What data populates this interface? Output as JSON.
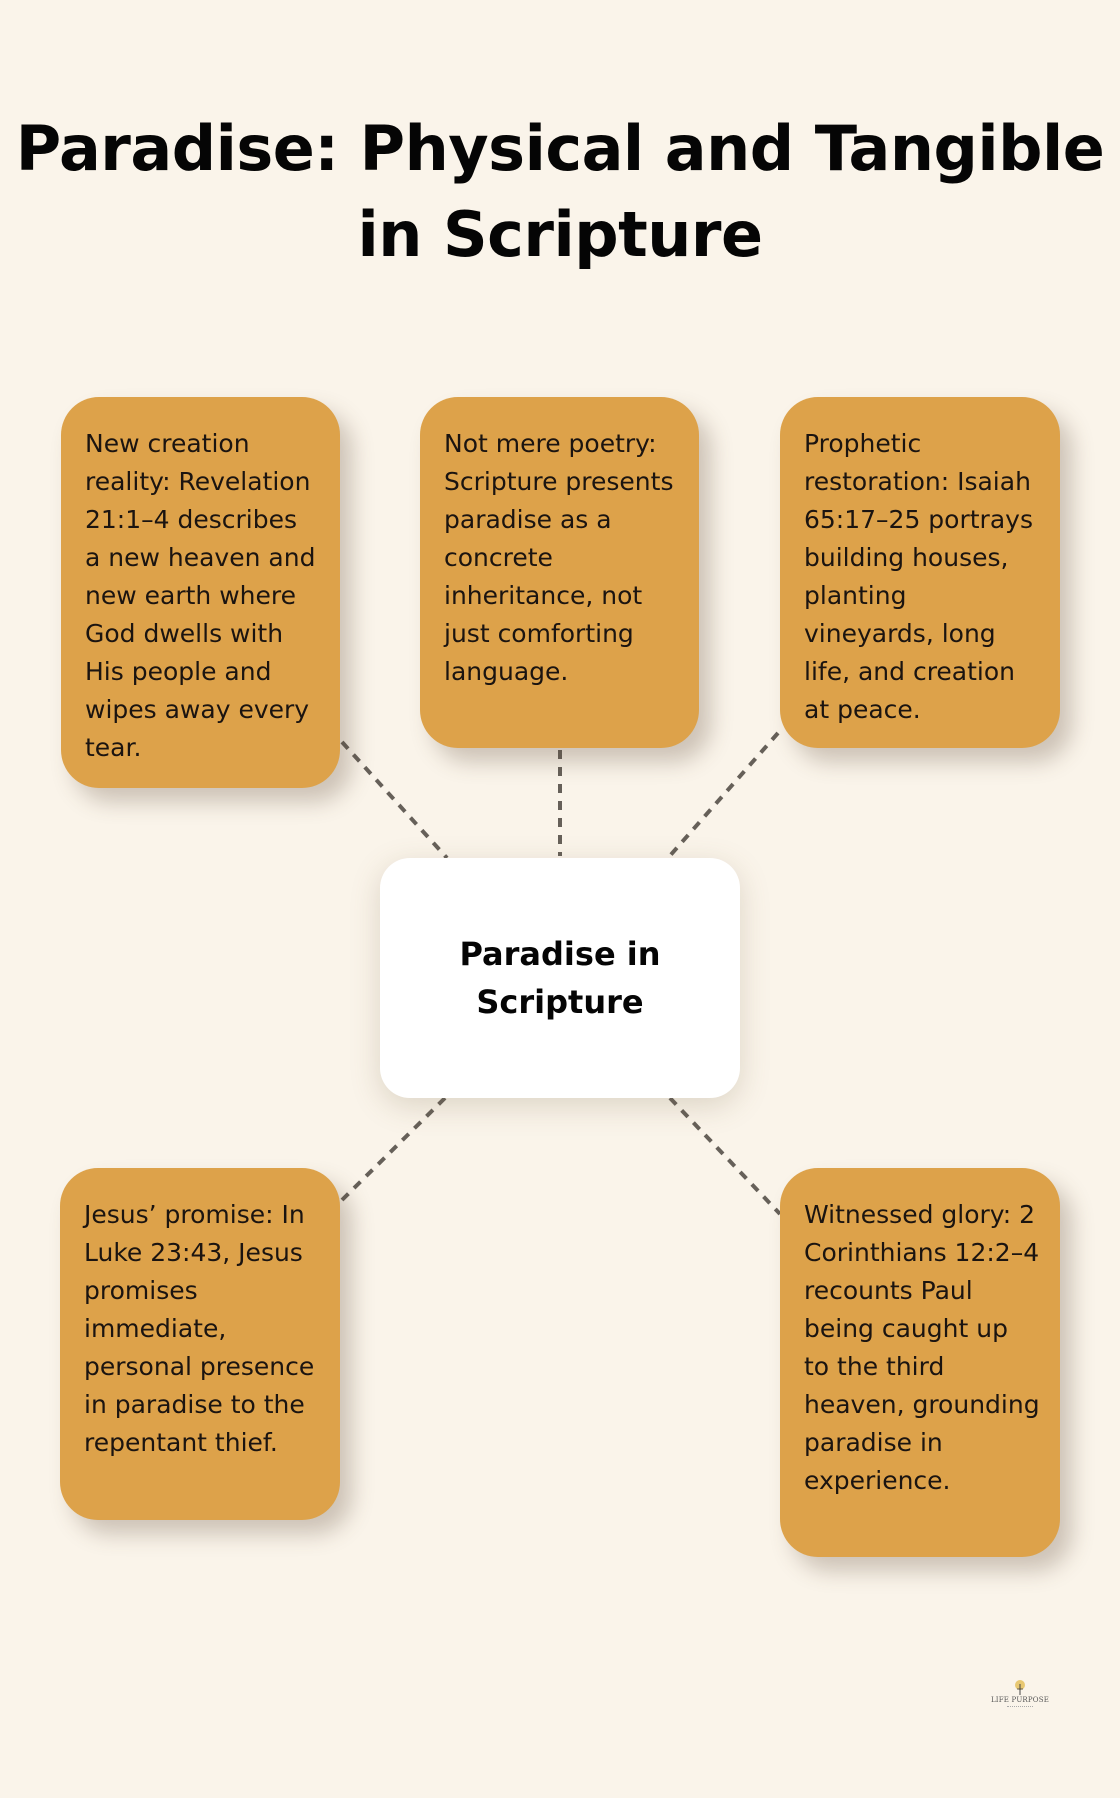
{
  "title": {
    "line1": "Paradise: Physical and Tangible",
    "line2": "in Scripture"
  },
  "center_node": {
    "line1": "Paradise in",
    "line2": "Scripture"
  },
  "nodes": [
    {
      "id": "new-creation",
      "text": "New creation reality: Revelation 21:1–4 describes a new heaven and new earth where God dwells with His people and wipes away every tear."
    },
    {
      "id": "not-mere-poetry",
      "text": "Not mere poetry: Scripture presents paradise as a concrete inheritance, not just comforting language."
    },
    {
      "id": "prophetic-restoration",
      "text": "Prophetic restoration: Isaiah 65:17–25 portrays building houses, planting vineyards, long life, and creation at peace."
    },
    {
      "id": "jesus-promise",
      "text": "Jesus’ promise: In Luke 23:43, Jesus promises immediate, personal presence in paradise to the repentant thief."
    },
    {
      "id": "witnessed-glory",
      "text": "Witnessed glory: 2 Corinthians 12:2–4 recounts Paul being caught up to the third heaven, grounding paradise in experience."
    }
  ],
  "logo": {
    "name": "LIFE PURPOSE",
    "icon": "tree-icon"
  },
  "colors": {
    "background": "#faf4ea",
    "card": "#dda24a",
    "center_card": "#ffffff",
    "connector": "#666059",
    "text": "#1b1410"
  }
}
